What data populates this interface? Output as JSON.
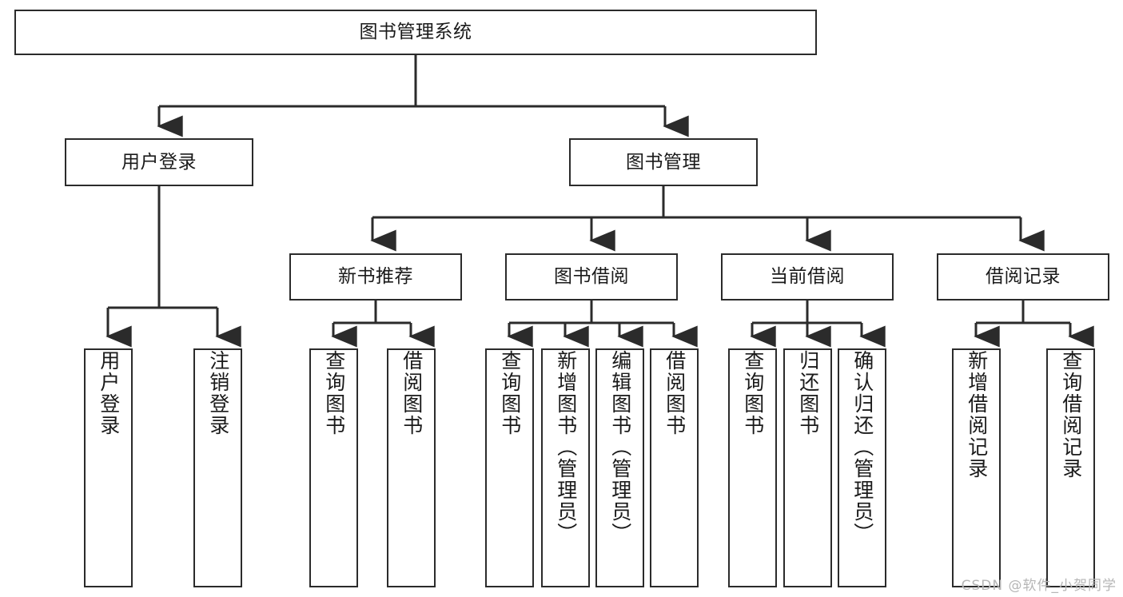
{
  "diagram": {
    "title": "图书管理系统",
    "type": "hierarchy-tree",
    "colors": {
      "box_border": "#2b2b2b",
      "box_fill": "#ffffff",
      "connector": "#2b2b2b",
      "text": "#1a1a1a",
      "watermark": "#b6b6b6"
    },
    "root": {
      "label": "图书管理系统"
    },
    "level1": [
      {
        "label": "用户登录"
      },
      {
        "label": "图书管理"
      }
    ],
    "level2": [
      {
        "label": "新书推荐"
      },
      {
        "label": "图书借阅"
      },
      {
        "label": "当前借阅"
      },
      {
        "label": "借阅记录"
      }
    ],
    "leaves": {
      "user_login": [
        {
          "label": "用户登录"
        },
        {
          "label": "注销登录"
        }
      ],
      "new_book_recommend": [
        {
          "label": "查询图书"
        },
        {
          "label": "借阅图书"
        }
      ],
      "book_borrow": [
        {
          "label": "查询图书"
        },
        {
          "label": "新增图书（管理员）"
        },
        {
          "label": "编辑图书（管理员）"
        },
        {
          "label": "借阅图书"
        }
      ],
      "current_borrow": [
        {
          "label": "查询图书"
        },
        {
          "label": "归还图书"
        },
        {
          "label": "确认归还（管理员）"
        }
      ],
      "borrow_record": [
        {
          "label": "新增借阅记录"
        },
        {
          "label": "查询借阅记录"
        }
      ]
    },
    "watermark": "CSDN @软件_小贺同学"
  }
}
